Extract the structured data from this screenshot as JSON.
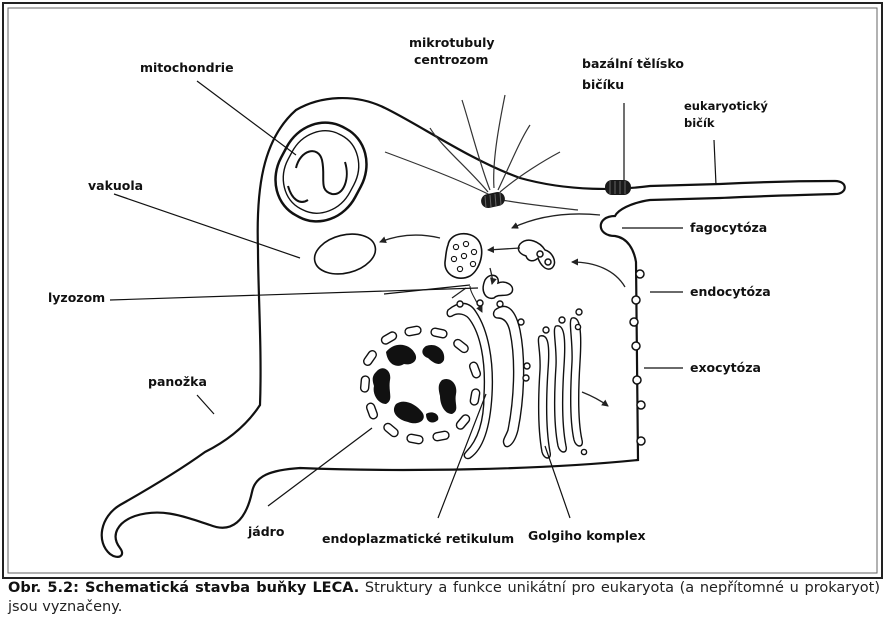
{
  "diagram": {
    "labels": {
      "mitochondrie": "mitochondrie",
      "mikrotubuly": "mikrotubuly",
      "centrozom": "centrozom",
      "bazalni_1": "bazální tělísko",
      "bazalni_2": "bičíku",
      "bicik_1": "eukaryotický",
      "bicik_2": "bičík",
      "vakuola": "vakuola",
      "fagocytoza": "fagocytóza",
      "lyzozom": "lyzozom",
      "endocytoza": "endocytóza",
      "exocytoza": "exocytóza",
      "panozka": "panožka",
      "jadro": "jádro",
      "er": "endoplazmatické retikulum",
      "golgi": "Golgiho komplex"
    }
  },
  "caption": {
    "bold": "Obr. 5.2: Schematická stavba buňky LECA.",
    "text": " Struktury a funkce unikátní pro eukaryota (a nepřítomné u prokaryot) jsou vyznačeny."
  }
}
